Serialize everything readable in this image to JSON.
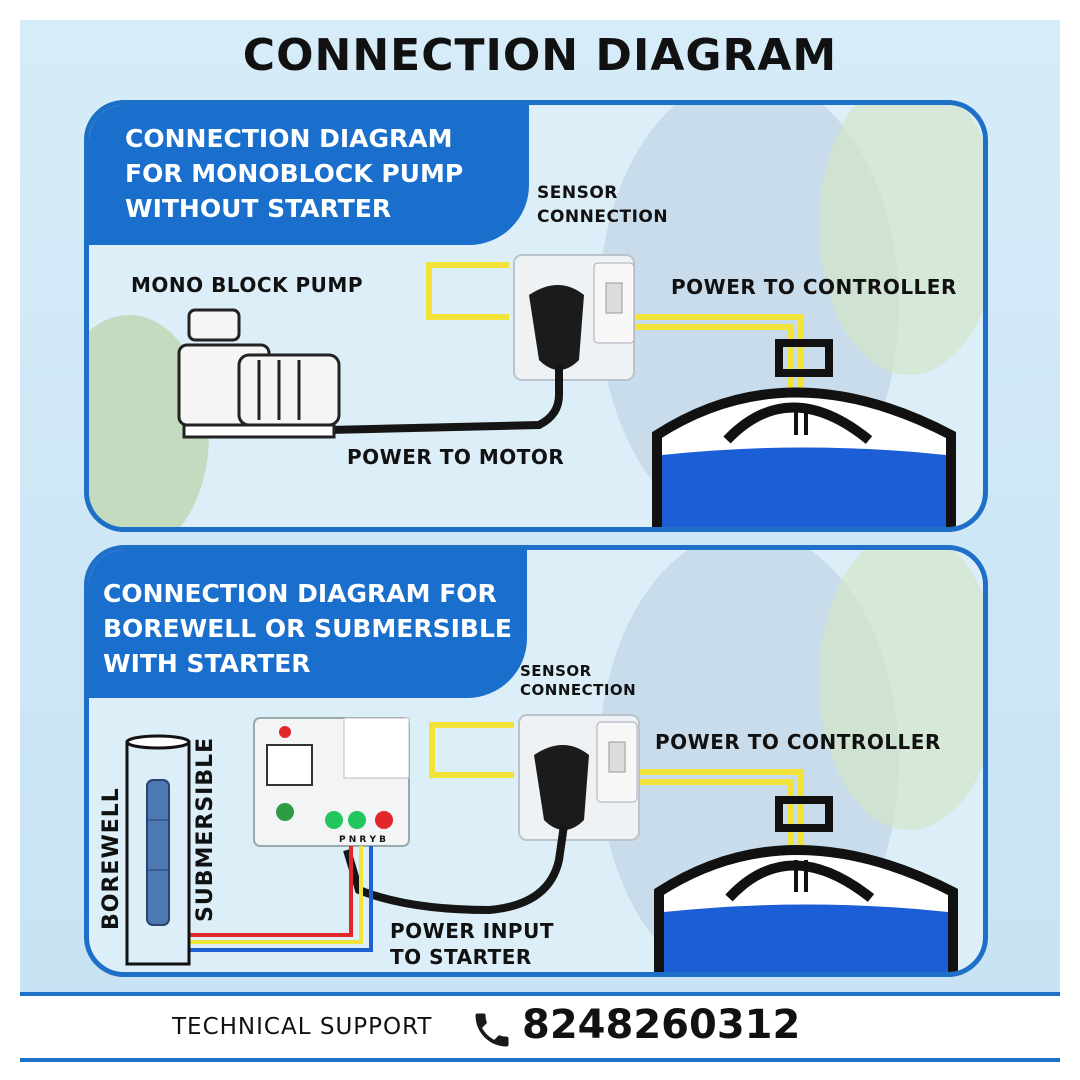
{
  "title": "CONNECTION DIAGRAM",
  "top_panel": {
    "heading": [
      "CONNECTION DIAGRAM",
      "FOR MONOBLOCK PUMP",
      "WITHOUT STARTER"
    ],
    "labels": {
      "sensor": [
        "SENSOR",
        "CONNECTION"
      ],
      "pump": "MONO BLOCK PUMP",
      "power_controller": "POWER TO CONTROLLER",
      "power_motor": "POWER TO MOTOR"
    }
  },
  "bottom_panel": {
    "heading": [
      "CONNECTION DIAGRAM FOR",
      "BOREWELL OR SUBMERSIBLE",
      "WITH STARTER"
    ],
    "labels": {
      "sensor": [
        "SENSOR",
        "CONNECTION"
      ],
      "power_controller": "POWER TO CONTROLLER",
      "power_input": [
        "POWER INPUT",
        "TO STARTER"
      ],
      "borewell": "BOREWELL",
      "submersible": "SUBMERSIBLE",
      "starter_terminals": "P N R Y B"
    }
  },
  "footer": {
    "support_label": "TECHNICAL SUPPORT",
    "phone": "8248260312"
  },
  "colors": {
    "accent_blue": "#1a6fcc",
    "wire_yellow": "#f2e33a",
    "tank_blue": "#1b5ed6",
    "wire_red": "#e3262a"
  }
}
